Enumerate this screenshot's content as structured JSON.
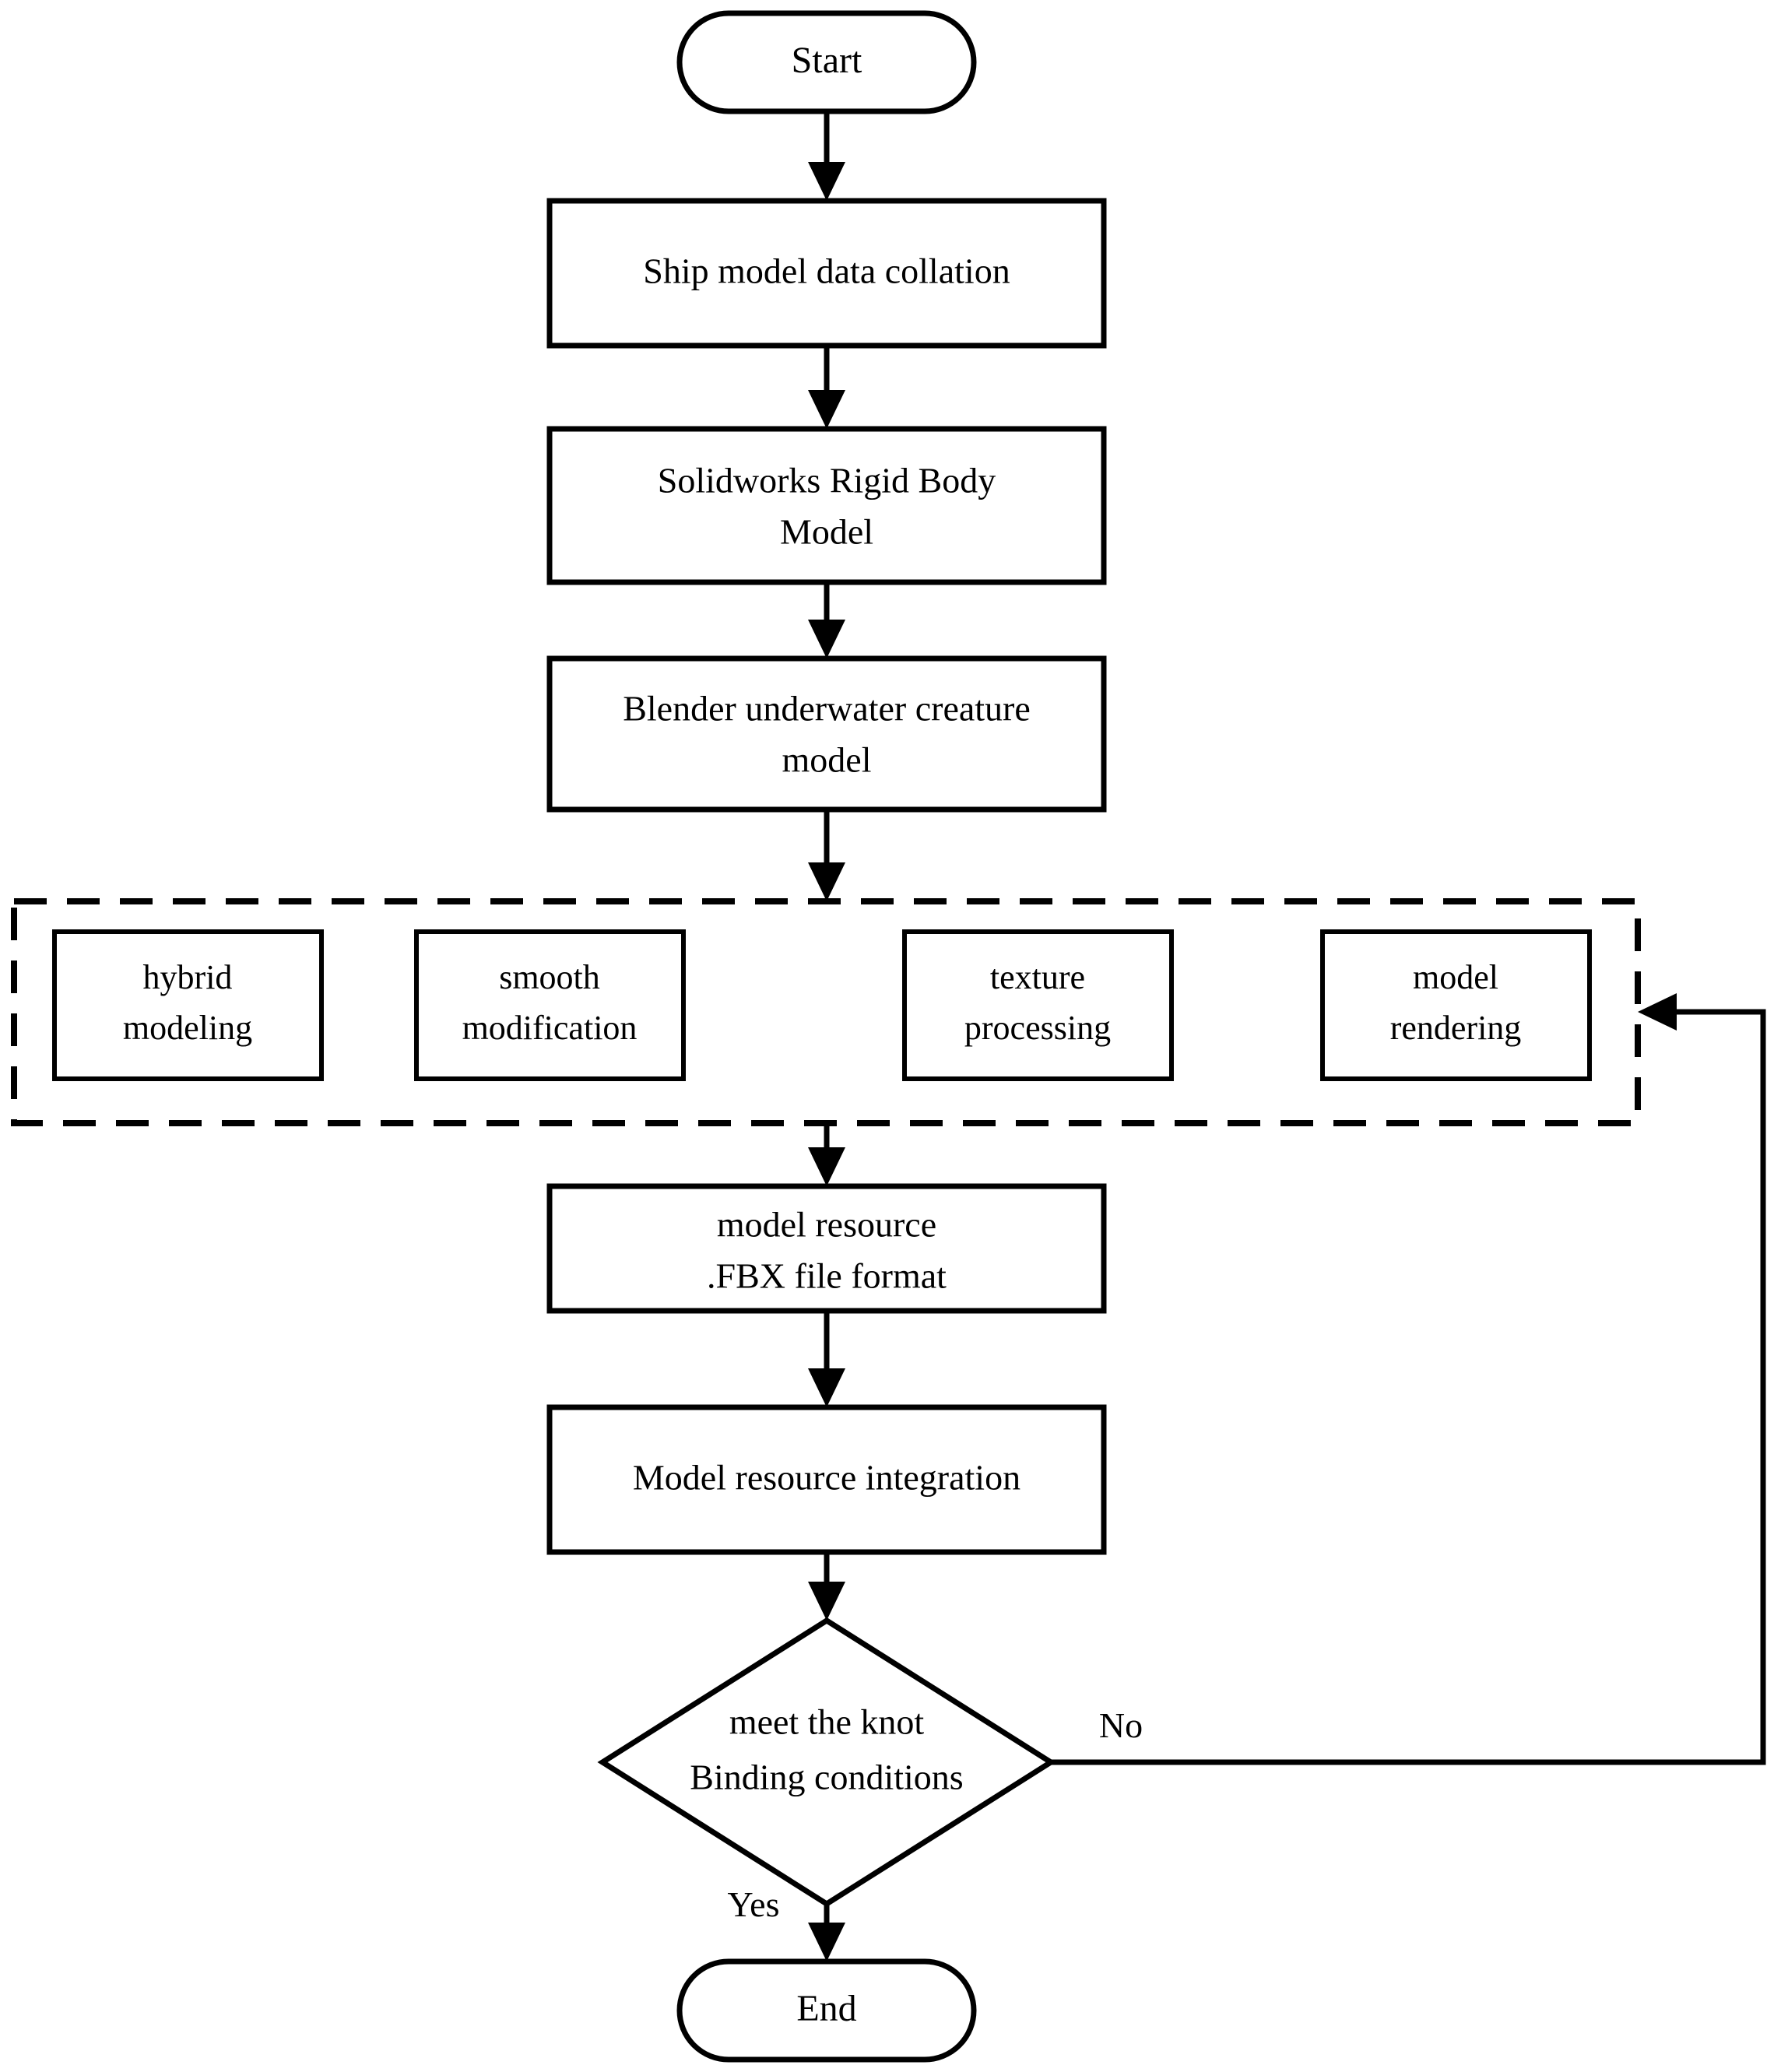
{
  "diagram": {
    "title": "Ship and underwater creature model production flowchart",
    "type": "flowchart",
    "orientation": "top-to-bottom",
    "colors": {
      "background": "#ffffff",
      "stroke": "#000000",
      "fill": "#ffffff",
      "text": "#000000"
    },
    "nodes": [
      {
        "id": "start",
        "shape": "terminal",
        "label": "Start",
        "lines": [
          "Start"
        ]
      },
      {
        "id": "ship-model-data-collation",
        "shape": "process",
        "label": "Ship model data collation",
        "lines": [
          "Ship model data collation"
        ]
      },
      {
        "id": "solidworks-rigid-body-model",
        "shape": "process",
        "label": "Solidworks Rigid Body Model",
        "lines": [
          "Solidworks Rigid Body",
          "Model"
        ]
      },
      {
        "id": "blender-underwater-creature-model",
        "shape": "process",
        "label": "Blender underwater creature model",
        "lines": [
          "Blender underwater creature",
          "model"
        ]
      },
      {
        "id": "hybrid-modeling",
        "shape": "process",
        "label": "hybrid modeling",
        "lines": [
          "hybrid",
          "modeling"
        ],
        "group": "processing-group"
      },
      {
        "id": "smooth-modification",
        "shape": "process",
        "label": "smooth modification",
        "lines": [
          "smooth",
          "modification"
        ],
        "group": "processing-group"
      },
      {
        "id": "texture-processing",
        "shape": "process",
        "label": "texture processing",
        "lines": [
          "texture",
          "processing"
        ],
        "group": "processing-group"
      },
      {
        "id": "model-rendering",
        "shape": "process",
        "label": "model rendering",
        "lines": [
          "model",
          "rendering"
        ],
        "group": "processing-group"
      },
      {
        "id": "model-resource-fbx",
        "shape": "process",
        "label": "model resource .FBX file format",
        "lines": [
          "model resource",
          ".FBX file format"
        ]
      },
      {
        "id": "model-resource-integration",
        "shape": "process",
        "label": "Model resource integration",
        "lines": [
          "Model resource integration"
        ]
      },
      {
        "id": "meet-knot-binding-conditions",
        "shape": "decision",
        "label": "meet the knot Binding conditions",
        "lines": [
          "meet the knot",
          "Binding conditions"
        ]
      },
      {
        "id": "end",
        "shape": "terminal",
        "label": "End",
        "lines": [
          "End"
        ]
      }
    ],
    "edge_labels": {
      "no": "No",
      "yes": "Yes"
    },
    "group_box": {
      "id": "processing-group",
      "style": "dashed",
      "label": ""
    }
  }
}
